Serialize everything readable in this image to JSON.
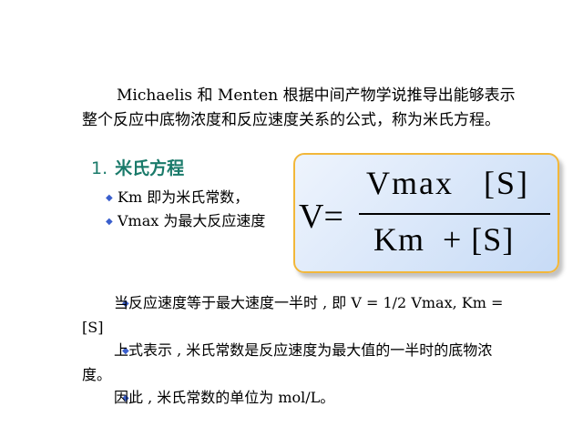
{
  "intro_text": "Michaelis 和 Menten 根据中间产物学说推导出能够表示整个反应中底物浓度和反应速度关系的公式，称为米氏方程。",
  "heading": {
    "number": "1.",
    "title": "米氏方程"
  },
  "bullets": [
    "Km 即为米氏常数，",
    "Vmax 为最大反应速度"
  ],
  "formula": {
    "lhs": "V=",
    "numerator": "Vmax   [S]",
    "denominator": "Km  + [S]"
  },
  "paragraphs": [
    "当反应速度等于最大速度一半时 , 即 V = 1/2 Vmax, Km = [S]",
    "上式表示 , 米氏常数是反应速度为最大值的一半时的底物浓度。",
    "因此 , 米氏常数的单位为 mol/L。"
  ],
  "colors": {
    "heading": "#1a7a6a",
    "bullet": "#3a5fcd",
    "box_border": "#f2b73a"
  },
  "icons": {
    "bullet": "diamond-bullet-icon"
  }
}
